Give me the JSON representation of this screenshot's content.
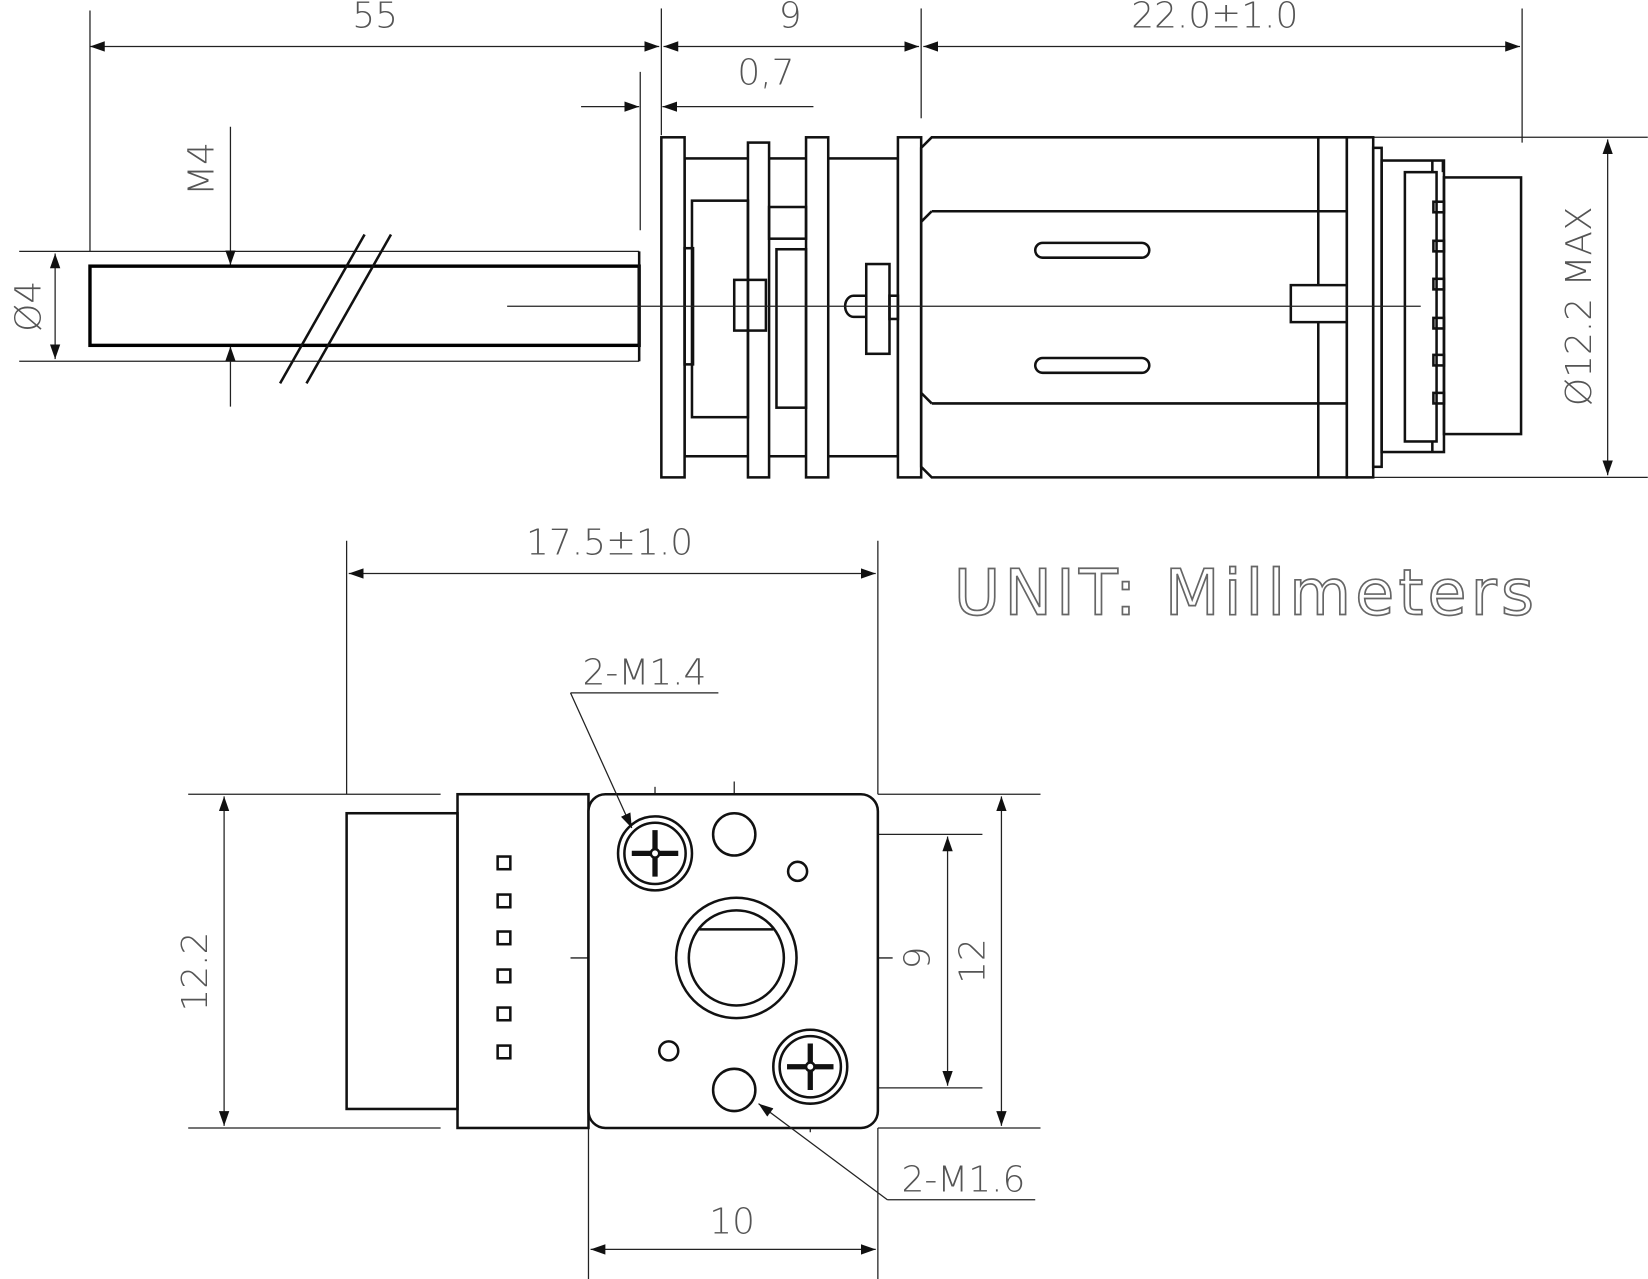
{
  "top_view": {
    "dim_shaft_length": "55",
    "dim_gearbox_length": "9",
    "dim_motor_length": "22.0±1.0",
    "dim_plate_offset": "0,7",
    "dim_thread": "M4",
    "dim_shaft_diameter": "Ø4",
    "dim_body_diameter": "Ø12.2 MAX"
  },
  "bottom_view": {
    "dim_overall_width": "17.5±1.0",
    "dim_height": "12.2",
    "dim_hole_spacing": "9",
    "dim_face_height": "12",
    "dim_face_width": "10",
    "callout_small_screws": "2-M1.4",
    "callout_large_screws": "2-M1.6"
  },
  "unit_note": "UNIT: Millmeters",
  "colors": {
    "line": "#111111",
    "text": "#555555",
    "background": "#ffffff"
  }
}
